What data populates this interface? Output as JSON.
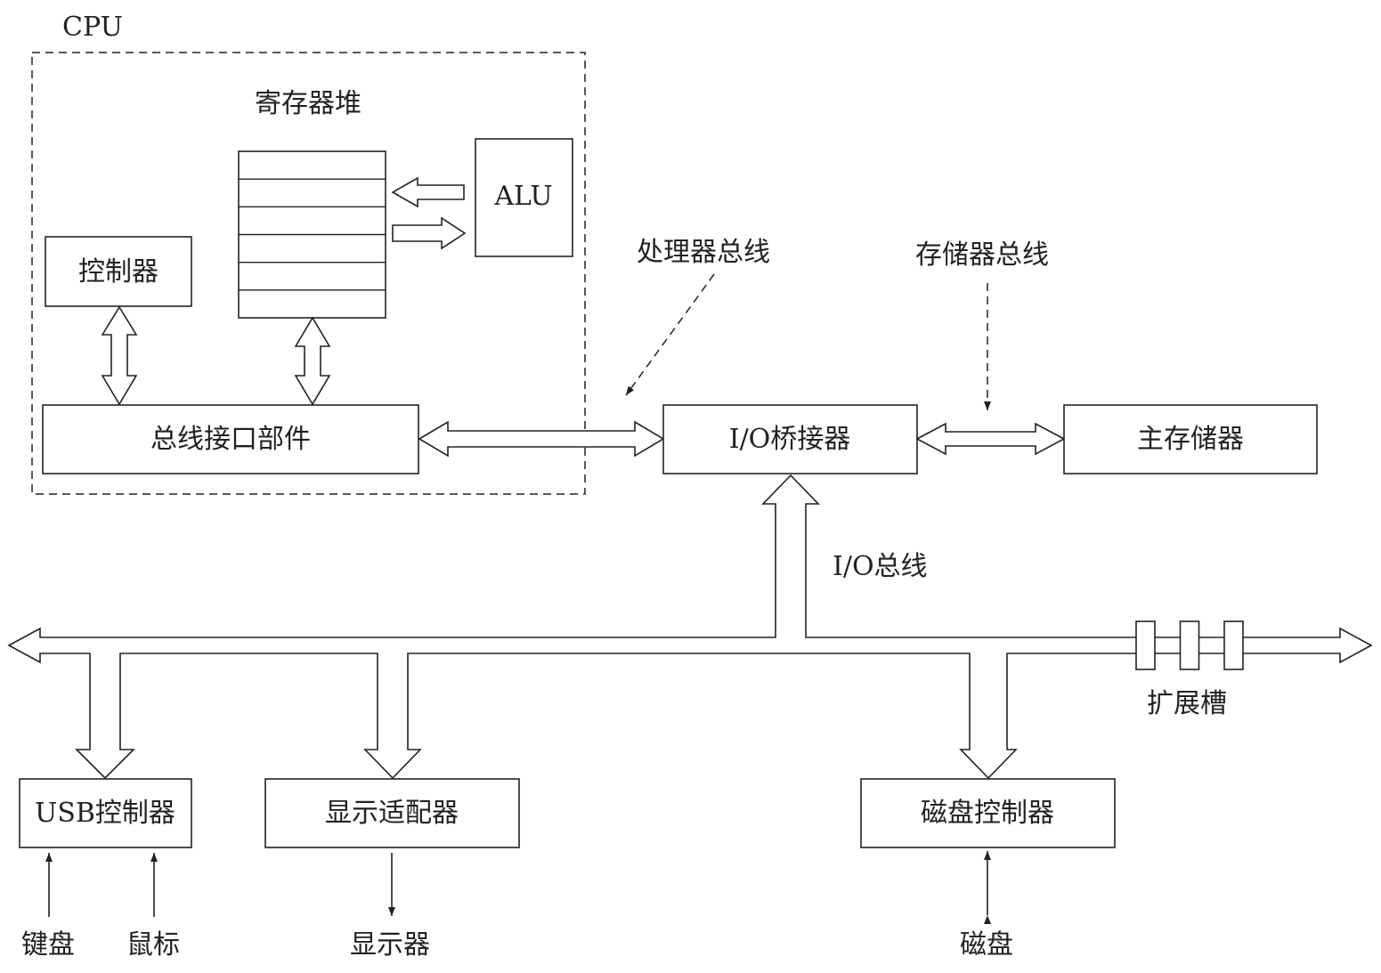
{
  "cpu": {
    "label": "CPU",
    "register_file": {
      "label": "寄存器堆",
      "row_count": 6
    },
    "alu": {
      "label": "ALU"
    },
    "controller": {
      "label": "控制器"
    },
    "bus_interface": {
      "label": "总线接口部件"
    }
  },
  "buses": {
    "processor_bus": "处理器总线",
    "memory_bus": "存储器总线",
    "io_bus": "I/O总线"
  },
  "io_bridge": {
    "label": "I/O桥接器"
  },
  "main_memory": {
    "label": "主存储器"
  },
  "expansion_slots": {
    "label": "扩展槽",
    "count": 3
  },
  "usb_controller": {
    "label": "USB控制器"
  },
  "display_adapter": {
    "label": "显示适配器"
  },
  "disk_controller": {
    "label": "磁盘控制器"
  },
  "devices": {
    "keyboard": "键盘",
    "mouse": "鼠标",
    "monitor": "显示器",
    "disk": "磁盘"
  },
  "colors": {
    "stroke": "#222222",
    "background": "#ffffff"
  }
}
